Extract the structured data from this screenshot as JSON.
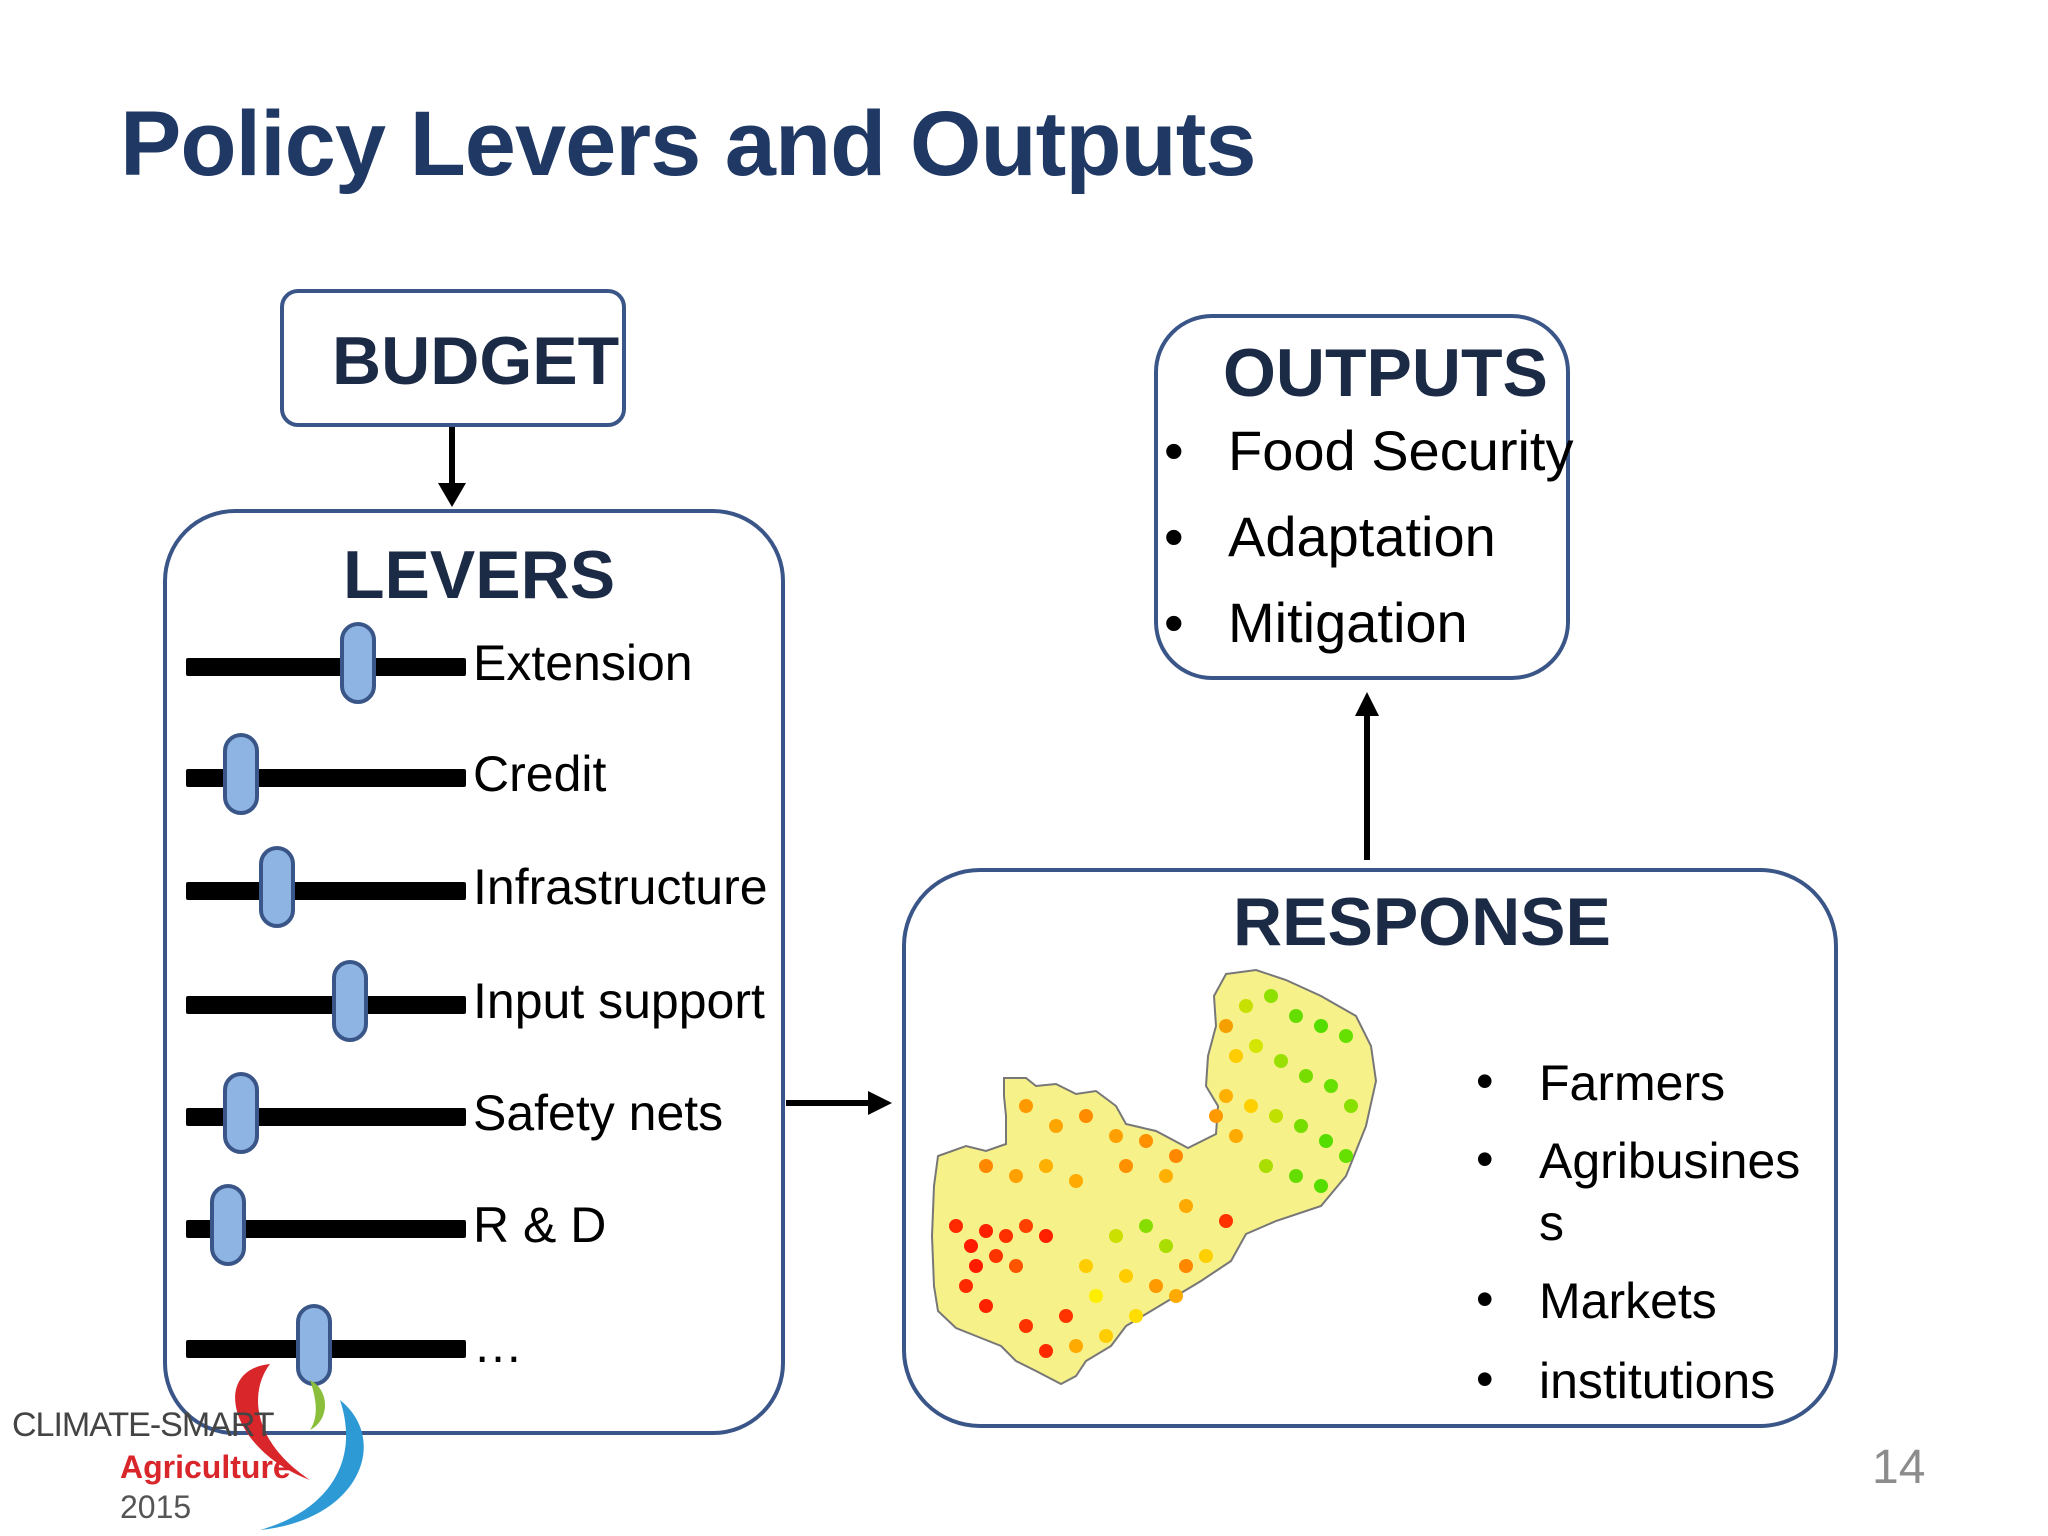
{
  "slide": {
    "title": "Policy Levers and Outputs",
    "page_number": "14"
  },
  "budget": {
    "label": "BUDGET"
  },
  "levers": {
    "label": "LEVERS",
    "items": [
      {
        "label": "Extension",
        "level": 0.63
      },
      {
        "label": "Credit",
        "level": 0.15
      },
      {
        "label": "Infrastructure",
        "level": 0.3
      },
      {
        "label": "Input support",
        "level": 0.6
      },
      {
        "label": "Safety nets",
        "level": 0.15
      },
      {
        "label": "R & D",
        "level": 0.1
      },
      {
        "label": "…",
        "level": 0.45
      }
    ]
  },
  "outputs": {
    "label": "OUTPUTS",
    "items": [
      "Food Security",
      "Adaptation",
      "Mitigation"
    ]
  },
  "response": {
    "label": "RESPONSE",
    "items": [
      "Farmers",
      "Agribusines\ns",
      "Markets",
      "institutions"
    ]
  },
  "logo": {
    "text_line1": "CLIMATE-SMART",
    "text_line2": "Agriculture",
    "text_line3": "2015"
  },
  "colors": {
    "title": "#1f3864",
    "box_border": "#3a5688",
    "knob_fill": "#8eb4e3",
    "map_fill": "#f7f18a"
  },
  "icons": {
    "bullet": "bullet-dot",
    "arrow": "arrow-icon"
  }
}
